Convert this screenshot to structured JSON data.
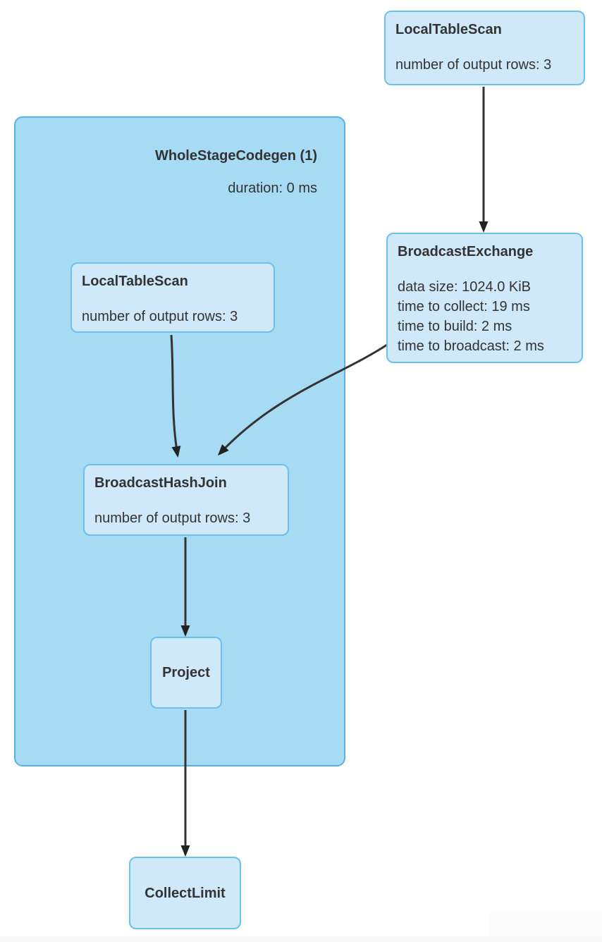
{
  "diagram_type": "spark-sql-query-plan-dag",
  "cluster": {
    "title": "WholeStageCodegen (1)",
    "duration": "duration: 0 ms"
  },
  "nodes": {
    "lts_outer": {
      "title": "LocalTableScan",
      "metrics": [
        "number of output rows: 3"
      ]
    },
    "broadcast_exchange": {
      "title": "BroadcastExchange",
      "metrics": [
        "data size: 1024.0 KiB",
        "time to collect: 19 ms",
        "time to build: 2 ms",
        "time to broadcast: 2 ms"
      ]
    },
    "lts_inner": {
      "title": "LocalTableScan",
      "metrics": [
        "number of output rows: 3"
      ]
    },
    "broadcast_hash_join": {
      "title": "BroadcastHashJoin",
      "metrics": [
        "number of output rows: 3"
      ]
    },
    "project": {
      "title": "Project"
    },
    "collect_limit": {
      "title": "CollectLimit"
    }
  },
  "edges": [
    {
      "from": "lts_outer",
      "to": "broadcast_exchange"
    },
    {
      "from": "lts_inner",
      "to": "broadcast_hash_join"
    },
    {
      "from": "broadcast_exchange",
      "to": "broadcast_hash_join"
    },
    {
      "from": "broadcast_hash_join",
      "to": "project"
    },
    {
      "from": "project",
      "to": "collect_limit"
    }
  ],
  "colors": {
    "cluster_fill": "#a7dbf4",
    "cluster_stroke": "#55b3e5",
    "node_fill": "#cfe9fa",
    "node_stroke": "#6cc0ee",
    "text_color": "#333333",
    "edge_color": "#333333",
    "arrowhead_color": "#222222",
    "page_bg": "#ffffff"
  }
}
